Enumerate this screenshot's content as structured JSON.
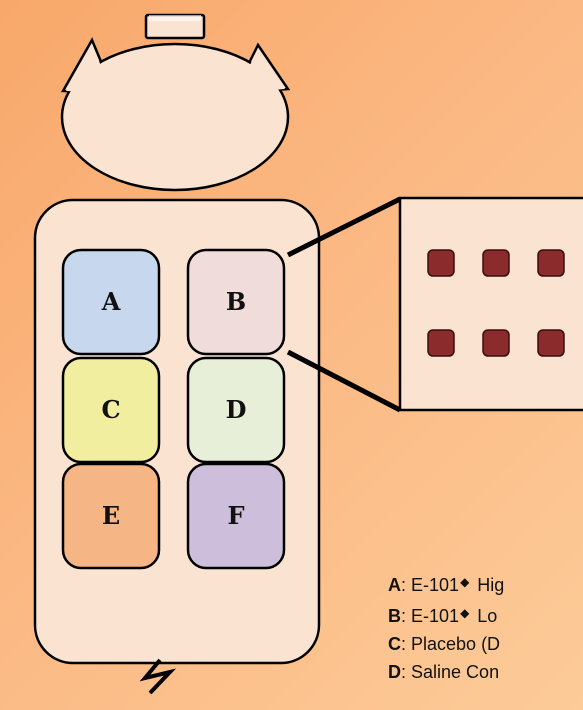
{
  "grid": {
    "cells": [
      {
        "label": "A",
        "color": "#c7d8ee"
      },
      {
        "label": "B",
        "color": "#f0dcdb"
      },
      {
        "label": "C",
        "color": "#f1ef9f"
      },
      {
        "label": "D",
        "color": "#e7efd9"
      },
      {
        "label": "E",
        "color": "#f5b584"
      },
      {
        "label": "F",
        "color": "#cdbfdb"
      }
    ]
  },
  "zoom_panel": {
    "dot_color": "#8b2b2b",
    "rows": 2,
    "dots_per_row": 3
  },
  "legend": {
    "items": [
      {
        "key": "A",
        "text": "E-101",
        "marker": "◆",
        "suffix": " Hig"
      },
      {
        "key": "B",
        "text": "E-101",
        "marker": "◆",
        "suffix": " Lo"
      },
      {
        "key": "C",
        "text": "Placebo (D",
        "marker": "",
        "suffix": ""
      },
      {
        "key": "D",
        "text": "Saline Con",
        "marker": "",
        "suffix": ""
      }
    ]
  }
}
